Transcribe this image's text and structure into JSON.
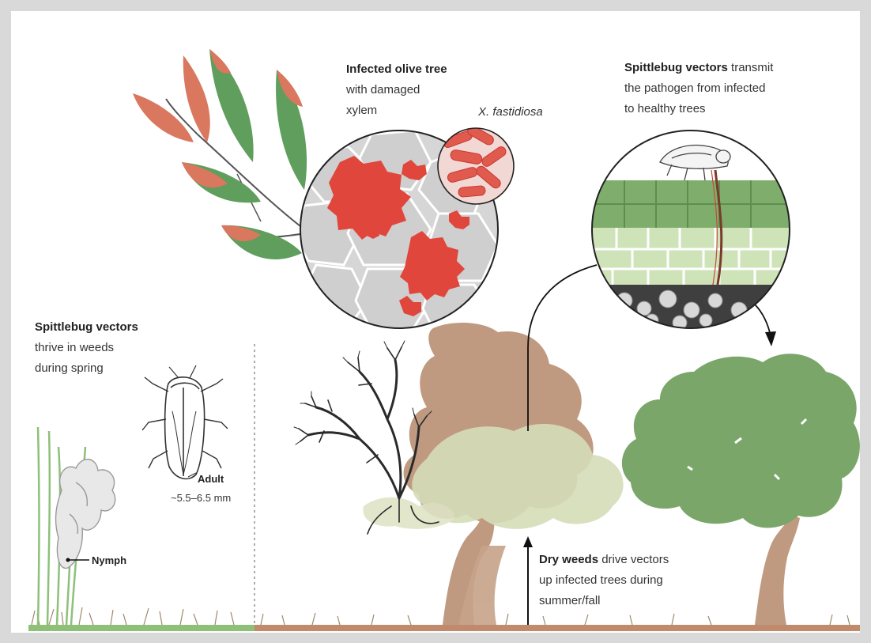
{
  "colors": {
    "leaf_green": "#5f9e5c",
    "leaf_red": "#d9775f",
    "bacteria_red": "#e0463b",
    "tree_brown": "#c09a80",
    "tree_green": "#8fb47c",
    "healthy_green": "#7aa66a",
    "soil_brown": "#c08a6c",
    "grass_green": "#8ec07a"
  },
  "labels": {
    "infected_title": "Infected olive tree",
    "infected_l2": "with damaged",
    "infected_l3": "xylem",
    "bacterium": "X. fastidiosa",
    "transmit_bold": "Spittlebug vectors",
    "transmit_rest": " transmit",
    "transmit_l2": "the pathogen from infected",
    "transmit_l3": "to healthy trees",
    "weeds_title": "Spittlebug vectors",
    "weeds_l2": "thrive in weeds",
    "weeds_l3": "during spring",
    "adult": "Adult",
    "adult_size": "~5.5–6.5 mm",
    "nymph": "Nymph",
    "dry_bold": "Dry weeds",
    "dry_rest": " drive vectors",
    "dry_l2": "up infected trees during",
    "dry_l3": "summer/fall"
  }
}
